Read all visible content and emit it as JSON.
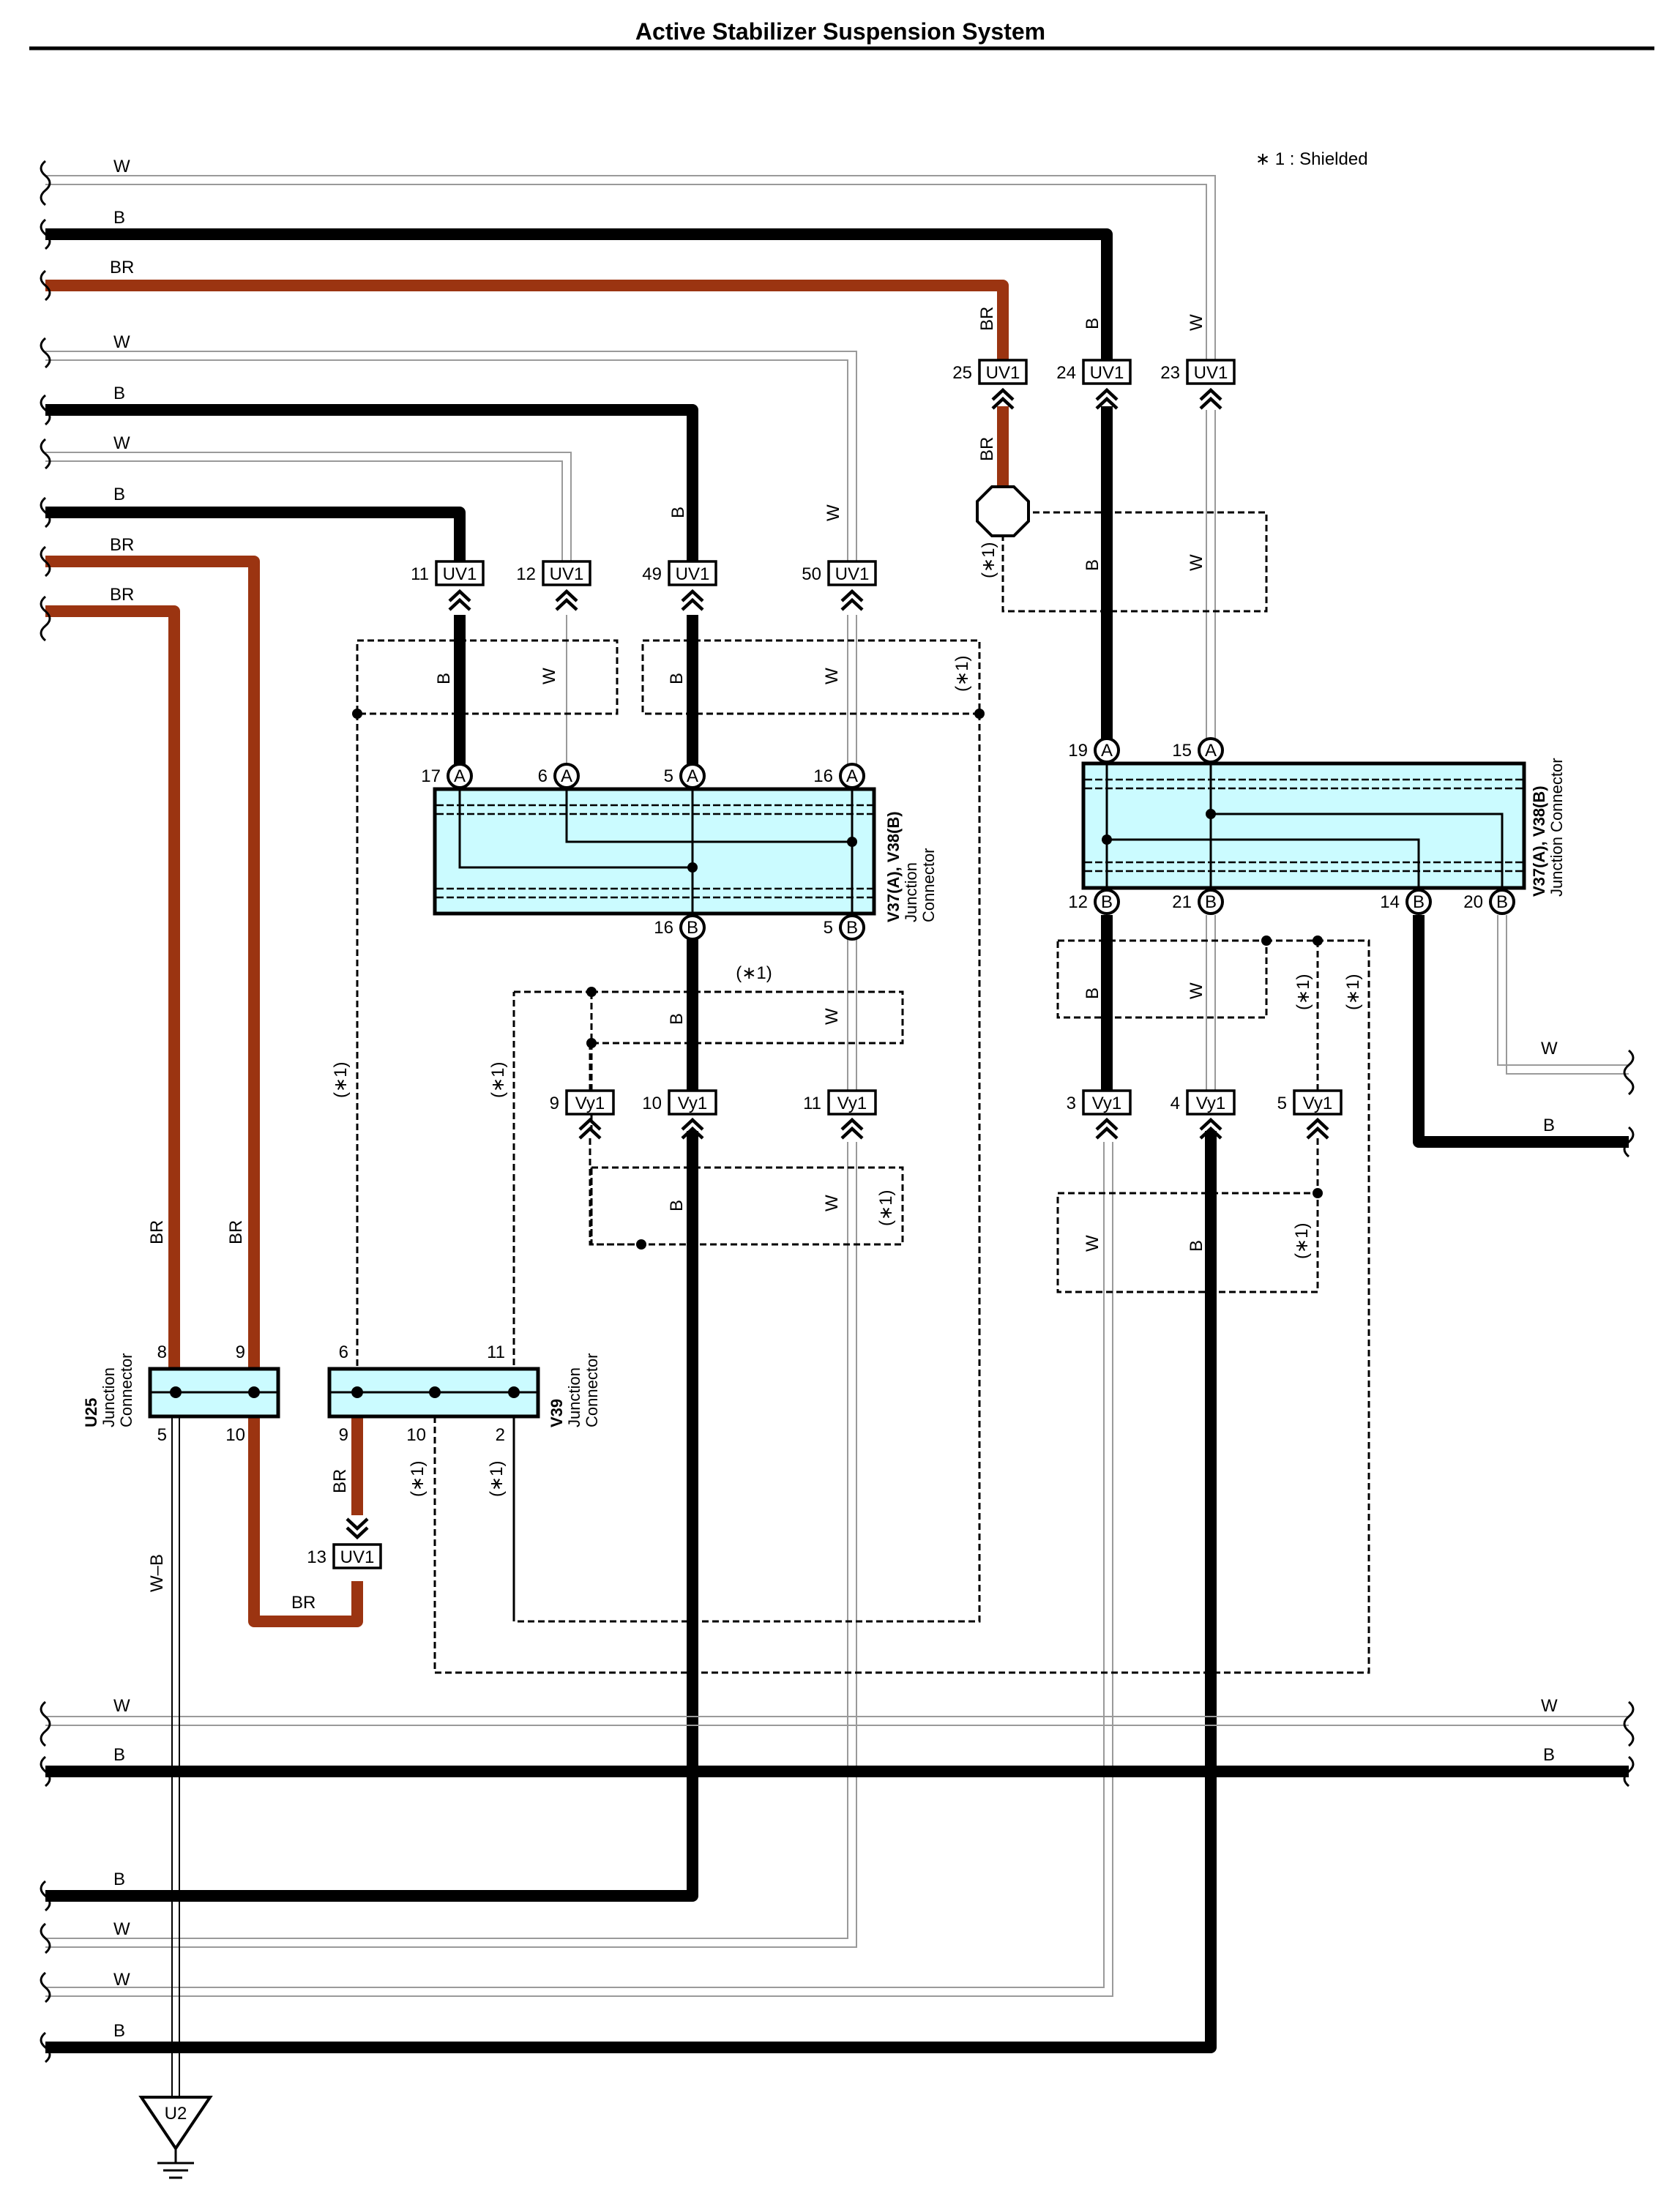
{
  "title": "Active Stabilizer Suspension System",
  "legend": "∗ 1 : Shielded",
  "wire_colors": {
    "B": "#000000",
    "BR": "#9b3411",
    "W": "#9a9a9a",
    "W-B": "#000000"
  },
  "left_wires": [
    "W",
    "B",
    "BR",
    "W",
    "B",
    "W",
    "B",
    "BR",
    "BR"
  ],
  "bottom_wires_left": [
    "W",
    "B",
    "B",
    "W",
    "W",
    "B"
  ],
  "bottom_wires_right": [
    "W",
    "B"
  ],
  "right_stub_wires": [
    "W",
    "B"
  ],
  "wire_labels": {
    "br": "BR",
    "b": "B",
    "w": "W",
    "wb": "W–B",
    "shielded": "(∗1)"
  },
  "connectors": {
    "uv1": "UV1",
    "vy1": "Vy1",
    "pin_a": "A",
    "pin_b": "B",
    "c25": "25",
    "c24": "24",
    "c23": "23",
    "c11": "11",
    "c12": "12",
    "c49": "49",
    "c50": "50",
    "c13": "13",
    "v9": "9",
    "v10": "10",
    "v11": "11",
    "v3": "3",
    "v4": "4",
    "v5": "5"
  },
  "junction_left": {
    "name_line1": "V37(A), V38(B)",
    "name_line2": "Junction",
    "name_line3": "Connector",
    "top_pins": [
      "17",
      "6",
      "5",
      "16"
    ],
    "bottom_pins": [
      "16",
      "5"
    ]
  },
  "junction_right": {
    "name_line1": "V37(A), V38(B)",
    "name_line2": "Junction Connector",
    "top_pins": [
      "19",
      "15"
    ],
    "bottom_pins": [
      "12",
      "21",
      "14",
      "20"
    ]
  },
  "u25": {
    "name": "U25",
    "name_line2": "Junction",
    "name_line3": "Connector",
    "top_pins": [
      "8",
      "9"
    ],
    "bottom_pins": [
      "5",
      "10"
    ]
  },
  "v39": {
    "name": "V39",
    "name_line2": "Junction",
    "name_line3": "Connector",
    "top_pins": [
      "6",
      "11"
    ],
    "bottom_pins": [
      "9",
      "10",
      "2"
    ]
  },
  "ground": {
    "label": "U2"
  }
}
